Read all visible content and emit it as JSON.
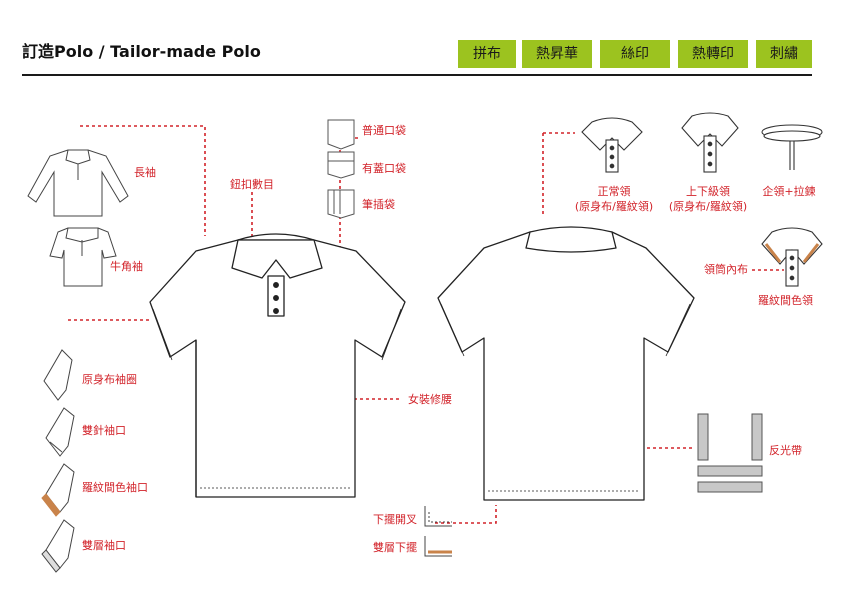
{
  "header": {
    "title": "訂造Polo / Tailor-made Polo",
    "tabs": [
      "拼布",
      "熱昇華",
      "絲印",
      "熱轉印",
      "刺繡"
    ]
  },
  "colors": {
    "accent_green": "#9cc31f",
    "annotation_red": "#d2232a",
    "rib_orange": "#c9834a"
  },
  "labels": {
    "long_sleeve": "長袖",
    "horn_sleeve": "牛角袖",
    "button_count": "鈕扣數目",
    "plain_pocket": "普通口袋",
    "flap_pocket": "有蓋口袋",
    "pen_pocket": "筆插袋",
    "plain_cuff": "原身布袖圈",
    "double_needle_cuff": "雙針袖口",
    "rib_contrast_cuff": "羅紋間色袖口",
    "double_layer_cuff": "雙層袖口",
    "ladies_fit": "女裝修腰",
    "hem_slit": "下擺開叉",
    "double_hem": "雙層下擺",
    "regular_collar": "正常領",
    "regular_collar_sub": "(原身布/羅紋領)",
    "updown_collar": "上下級領",
    "updown_collar_sub": "(原身布/羅紋領)",
    "standup_zip": "企領+拉鍊",
    "collar_inner": "領筒內布",
    "rib_contrast_collar": "羅紋間色領",
    "reflective_tape": "反光帶"
  }
}
